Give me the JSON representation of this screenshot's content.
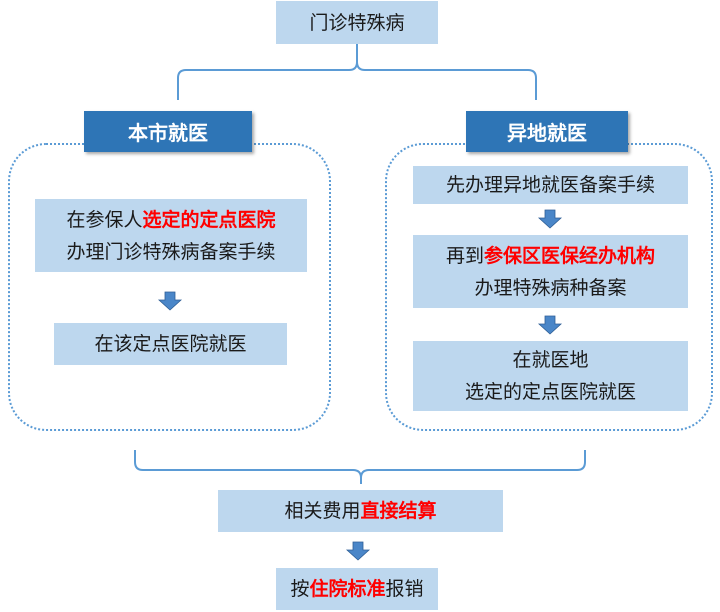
{
  "top": {
    "title": "门诊特殊病"
  },
  "local": {
    "header": "本市就医",
    "step1": {
      "prefix": "在参保人",
      "highlight": "选定的定点医院",
      "line2": "办理门诊特殊病备案手续"
    },
    "step2": "在该定点医院就医"
  },
  "remote": {
    "header": "异地就医",
    "step1": "先办理异地就医备案手续",
    "step2": {
      "prefix": "再到",
      "highlight": "参保区医保经办机构",
      "line2": "办理特殊病种备案"
    },
    "step3": {
      "line1": "在就医地",
      "line2": "选定的定点医院就医"
    }
  },
  "settle": {
    "prefix": "相关费用",
    "highlight": "直接结算"
  },
  "reimburse": {
    "prefix": "按",
    "highlight": "住院标准",
    "suffix": "报销"
  },
  "colors": {
    "box": "#bdd7ee",
    "header": "#2e75b6",
    "arrow": "#5b9bd5",
    "highlight": "#ff0000",
    "connector": "#5b9bd5"
  }
}
